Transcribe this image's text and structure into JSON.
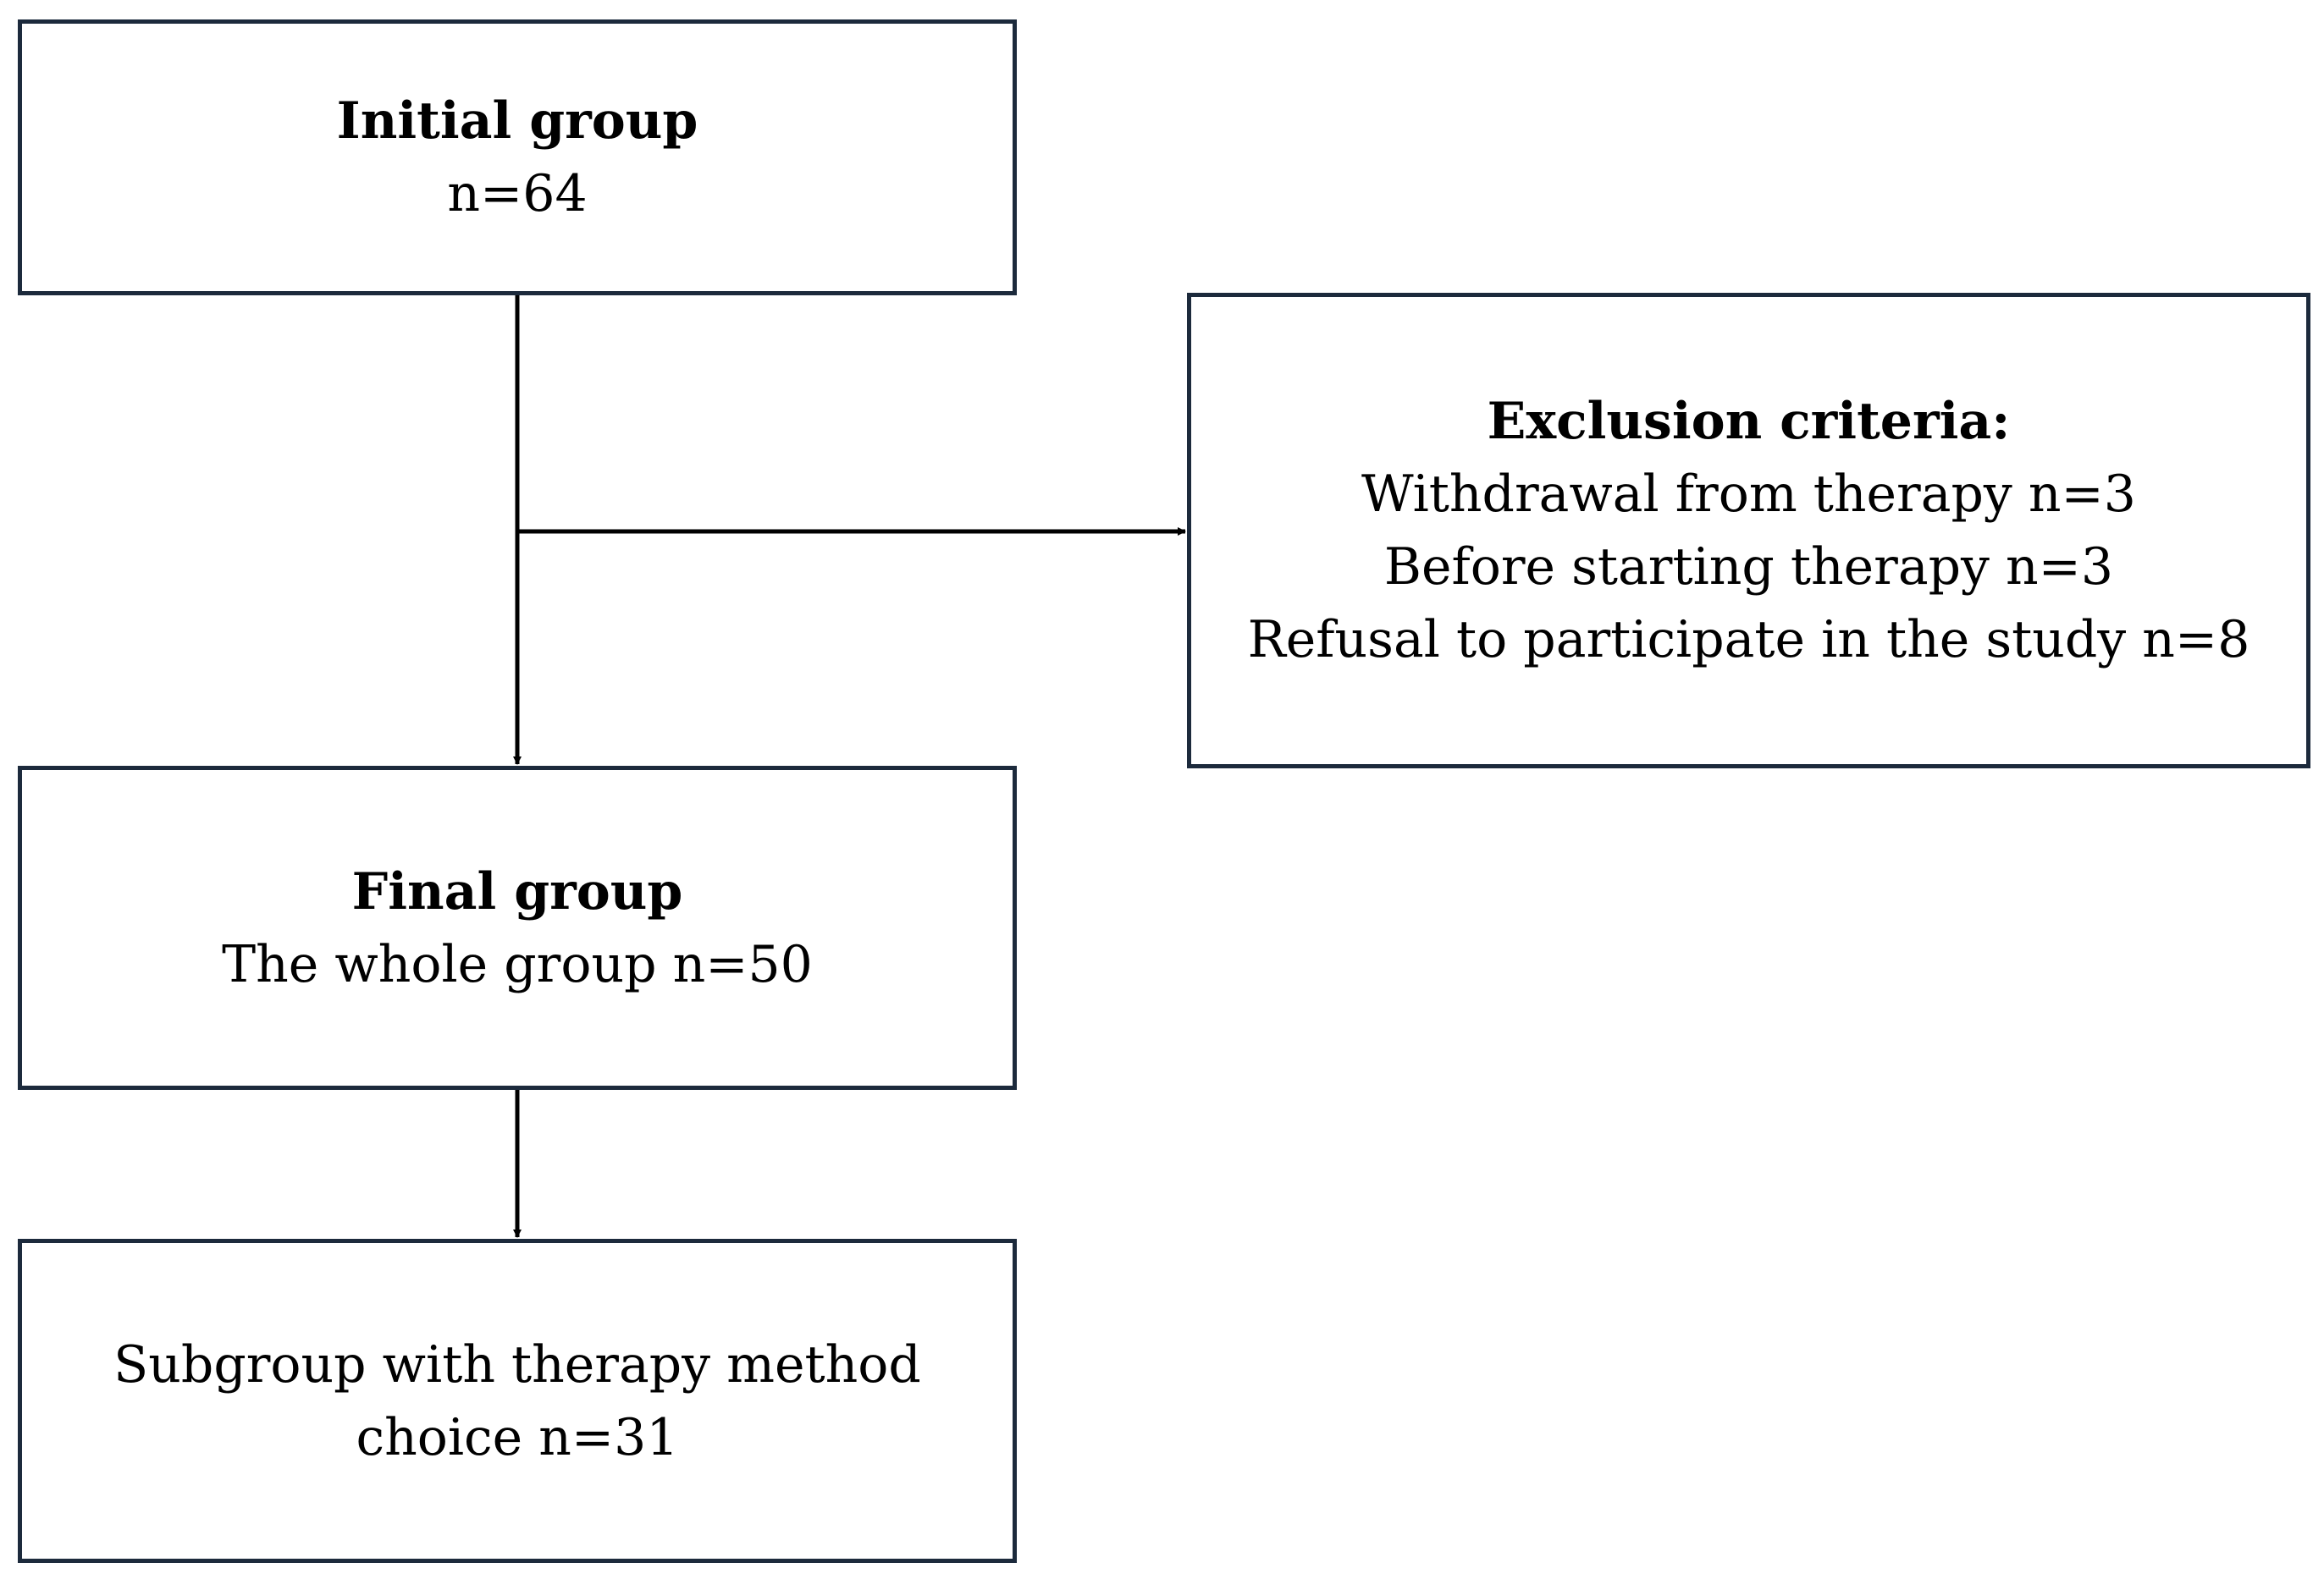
{
  "nodes": {
    "initial_group": {
      "title": "Initial group",
      "count": "n=64"
    },
    "exclusion_criteria": {
      "title": "Exclusion criteria:",
      "items": [
        "Withdrawal from therapy n=3",
        "Before starting therapy n=3",
        "Refusal to participate in the study n=8"
      ]
    },
    "final_group": {
      "title": "Final group",
      "subtitle": "The whole group n=50"
    },
    "subgroup": {
      "lines": [
        "Subgroup with therapy method",
        "choice n=31"
      ]
    }
  },
  "edges": [
    {
      "from": "initial_group",
      "to": "final_group"
    },
    {
      "from": "initial_group",
      "to": "exclusion_criteria"
    },
    {
      "from": "final_group",
      "to": "subgroup"
    }
  ],
  "colors": {
    "border": "#1c2a3c",
    "connector": "#000000"
  }
}
